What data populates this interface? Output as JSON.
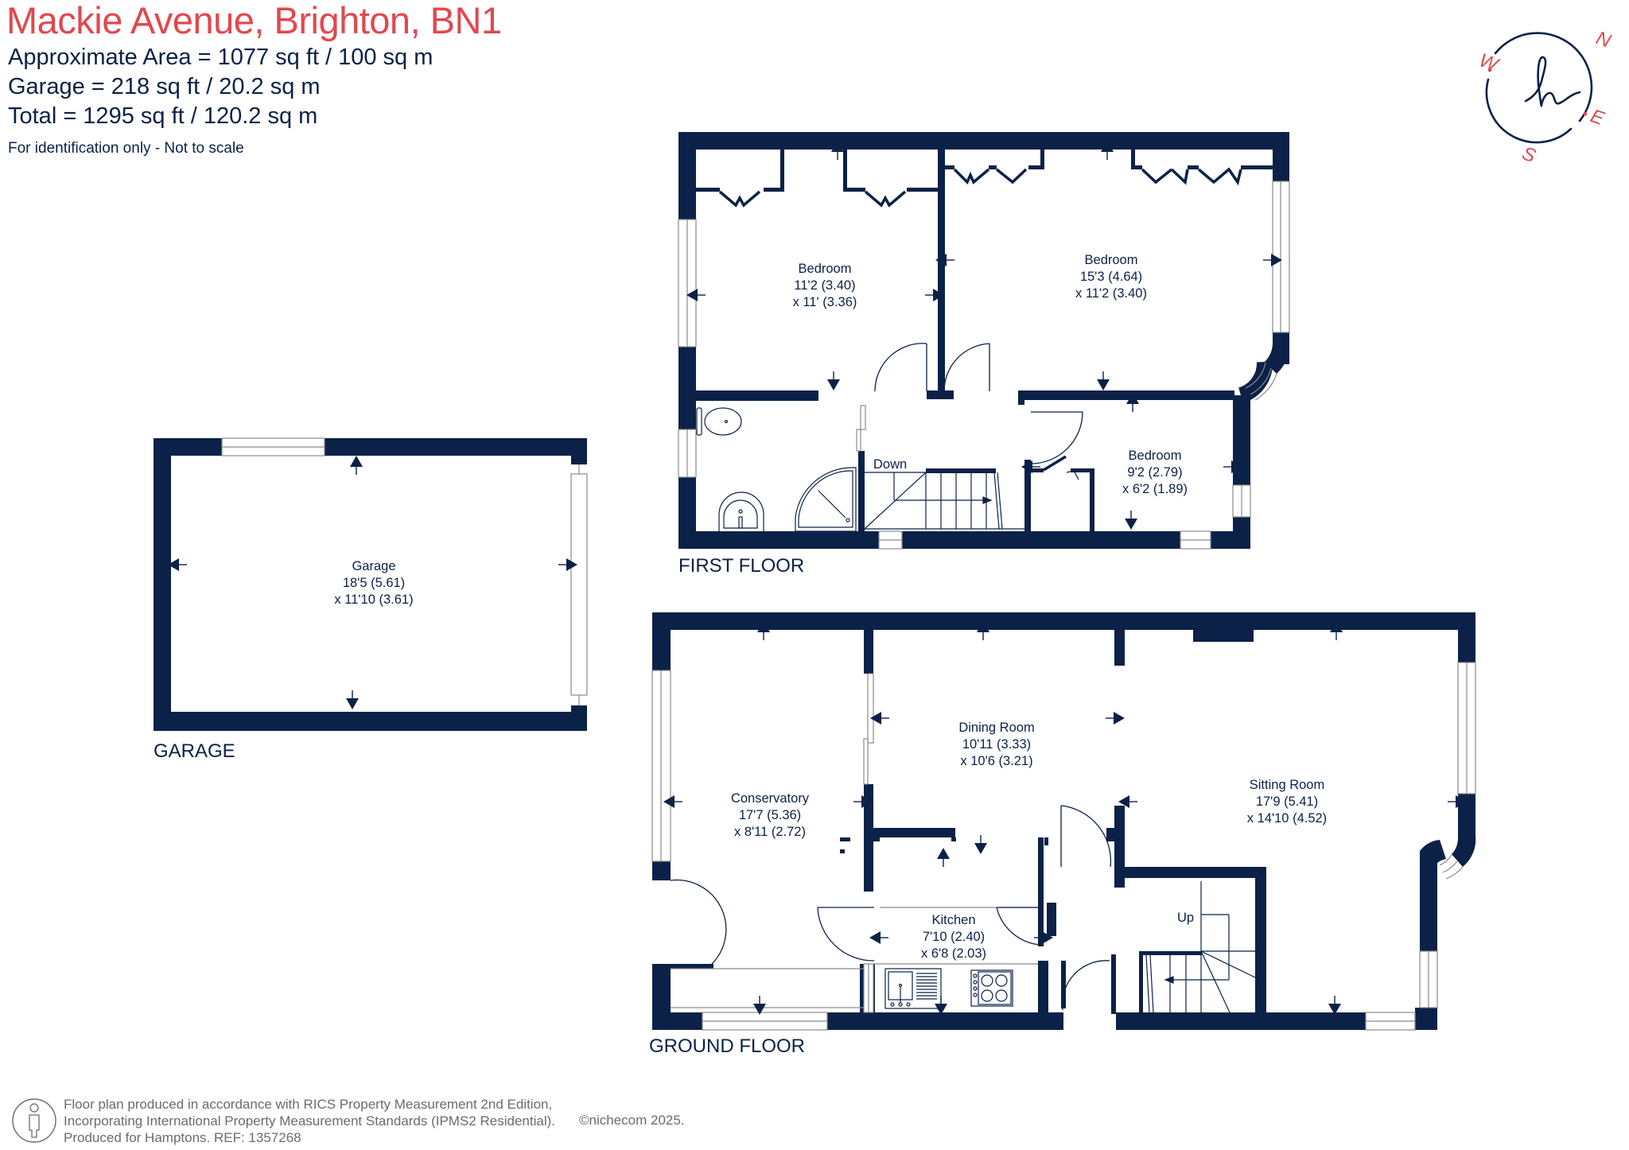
{
  "header": {
    "title": "Mackie Avenue, Brighton, BN1",
    "approx_area": "Approximate Area = 1077 sq ft / 100 sq m",
    "garage_area": "Garage = 218 sq ft / 20.2 sq m",
    "total_area": "Total = 1295 sq ft / 120.2 sq m",
    "disclaimer": "For identification only - Not to scale"
  },
  "compass": {
    "n": "N",
    "e": "E",
    "s": "S",
    "w": "W",
    "logo_icon": "hamptons-h-logo-icon",
    "accent_color": "#e0484f",
    "ring_color": "#0b2148"
  },
  "colors": {
    "wall": "#0b2148",
    "title": "#e0484f",
    "text": "#0b2148",
    "footer_text": "#6b6b6b"
  },
  "floors": {
    "first": {
      "label": "FIRST FLOOR",
      "stair_label": "Down",
      "rooms": [
        {
          "name": "Bedroom",
          "dim1": "11'2 (3.40)",
          "dim2": "x 11' (3.36)"
        },
        {
          "name": "Bedroom",
          "dim1": "15'3 (4.64)",
          "dim2": "x 11'2 (3.40)"
        },
        {
          "name": "Bedroom",
          "dim1": "9'2 (2.79)",
          "dim2": "x 6'2 (1.89)"
        }
      ]
    },
    "garage": {
      "label": "GARAGE",
      "rooms": [
        {
          "name": "Garage",
          "dim1": "18'5 (5.61)",
          "dim2": "x 11'10 (3.61)"
        }
      ]
    },
    "ground": {
      "label": "GROUND FLOOR",
      "stair_label": "Up",
      "rooms": [
        {
          "name": "Conservatory",
          "dim1": "17'7 (5.36)",
          "dim2": "x 8'11 (2.72)"
        },
        {
          "name": "Dining Room",
          "dim1": "10'11 (3.33)",
          "dim2": "x 10'6 (3.21)"
        },
        {
          "name": "Sitting Room",
          "dim1": "17'9 (5.41)",
          "dim2": "x 14'10 (4.52)"
        },
        {
          "name": "Kitchen",
          "dim1": "7'10 (2.40)",
          "dim2": "x 6'8 (2.03)"
        }
      ]
    }
  },
  "footer": {
    "line1": "Floor plan produced in accordance with RICS Property Measurement 2nd Edition,",
    "line2": "Incorporating International Property Measurement Standards (IPMS2 Residential).",
    "line3": "Produced for Hamptons.  REF: 1357268",
    "copyright": "©nichecom 2025.",
    "icon": "person-info-icon"
  }
}
